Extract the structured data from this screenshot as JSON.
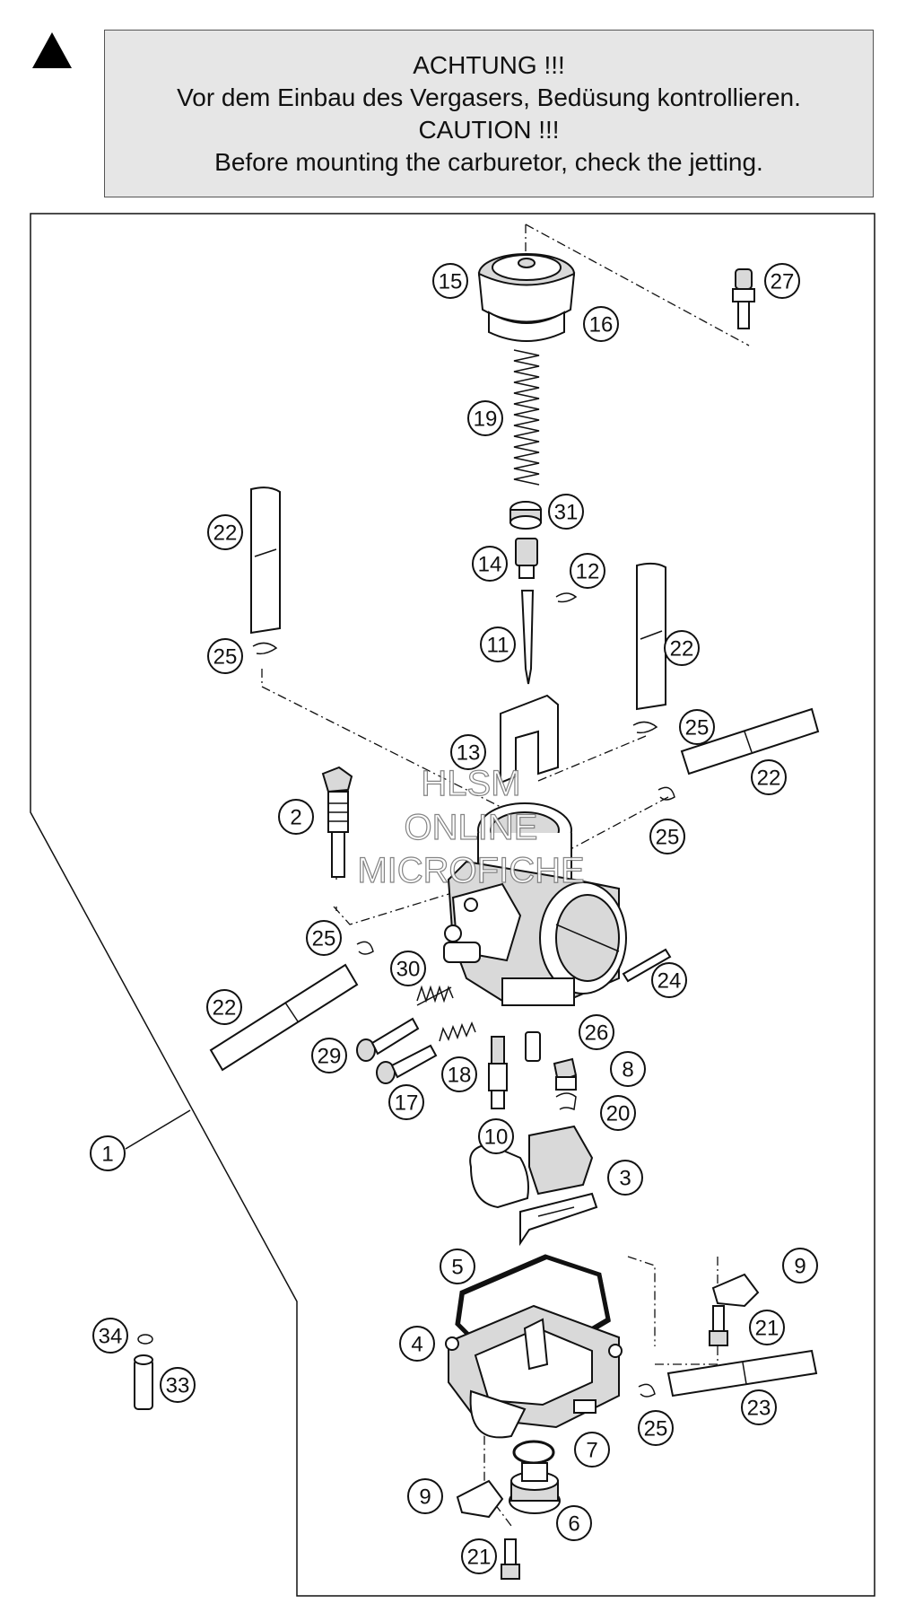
{
  "notice": {
    "line1": "ACHTUNG !!!",
    "line2": "Vor dem Einbau des Vergasers, Bedüsung kontrollieren.",
    "line3": "CAUTION !!!",
    "line4": "Before mounting the carburetor, check the jetting."
  },
  "warning_icon": "warning-triangle-icon",
  "watermark": {
    "line1": "HLSM",
    "line2": "ONLINE",
    "line3": "MICROFICHE"
  },
  "callouts": {
    "c1": "1",
    "c2": "2",
    "c3": "3",
    "c4": "4",
    "c5": "5",
    "c6": "6",
    "c7": "7",
    "c8": "8",
    "c9a": "9",
    "c9b": "9",
    "c10": "10",
    "c11": "11",
    "c12": "12",
    "c13": "13",
    "c14": "14",
    "c15": "15",
    "c16": "16",
    "c17": "17",
    "c18": "18",
    "c19": "19",
    "c20": "20",
    "c21a": "21",
    "c21b": "21",
    "c22a": "22",
    "c22b": "22",
    "c22c": "22",
    "c22d": "22",
    "c23": "23",
    "c24": "24",
    "c25a": "25",
    "c25b": "25",
    "c25c": "25",
    "c25d": "25",
    "c25e": "25",
    "c26": "26",
    "c27": "27",
    "c29": "29",
    "c30": "30",
    "c31": "31",
    "c33": "33",
    "c34": "34"
  }
}
